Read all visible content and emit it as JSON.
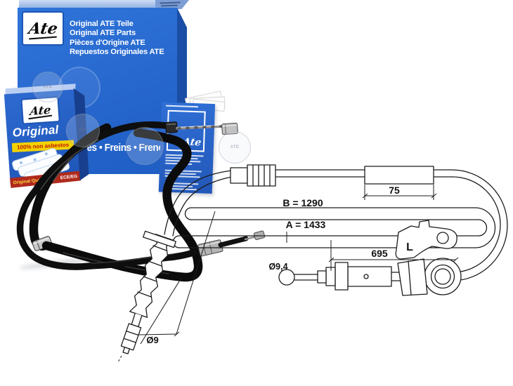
{
  "big_box": {
    "logo_text": "Ate",
    "title_lines": [
      "Original ATE Teile",
      "Original ATE Parts",
      "Pièces d'Origine ATE",
      "Repuestos Originales ATE"
    ],
    "band_text": "Brakes • Freins • Frenos",
    "front_color": "#2a6cd4",
    "side_color": "#1a4ea6",
    "top_color": "#a8c2ec"
  },
  "small_box": {
    "logo_text": "Ate",
    "title": "Original",
    "asbestos_label": "100% non asbestos",
    "footer_left": "Original Qualität",
    "footer_right": "ECE/EG",
    "front_color": "#2a66cc",
    "band_yellow": "#f2d200",
    "band_red": "#b02a1c"
  },
  "leaflet": {
    "logo_text": "Ate"
  },
  "watermark": {
    "label": "ATE"
  },
  "diagram": {
    "line_color": "#1c1c1c",
    "labels": {
      "dim_b": "B = 1290",
      "dim_a": "A = 1433",
      "dim_sleeve": "75",
      "dim_mid": "695",
      "dia_ball": "Ø9,4",
      "dia_end": "Ø9",
      "bracket": "L"
    }
  }
}
